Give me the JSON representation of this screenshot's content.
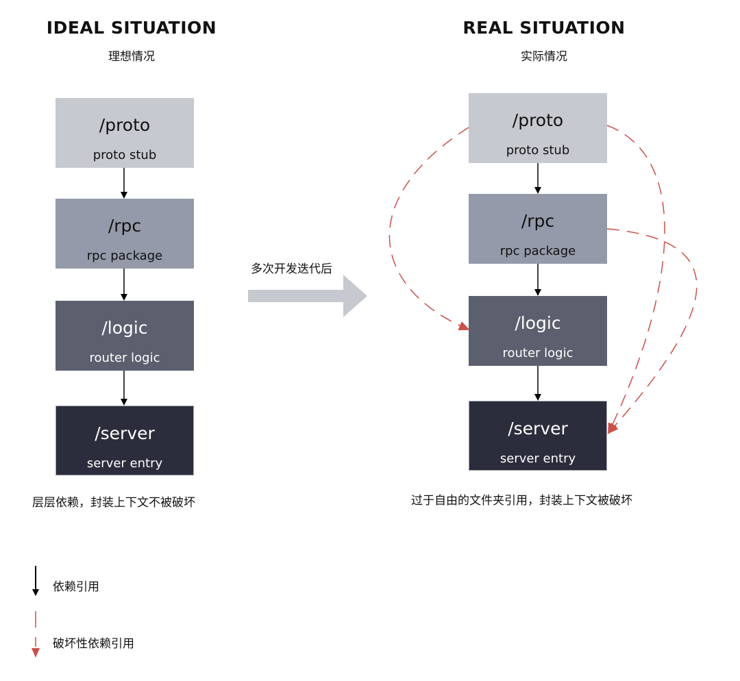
{
  "ideal": {
    "title": "IDEAL SITUATION",
    "subtitle": "理想情况",
    "boxes": [
      {
        "path": "/proto",
        "desc": "proto stub"
      },
      {
        "path": "/rpc",
        "desc": "rpc package"
      },
      {
        "path": "/logic",
        "desc": "router logic"
      },
      {
        "path": "/server",
        "desc": "server entry"
      }
    ],
    "caption": "层层依赖，封装上下文不被破坏"
  },
  "real": {
    "title": "REAL SITUATION",
    "subtitle": "实际情况",
    "boxes": [
      {
        "path": "/proto",
        "desc": "proto stub"
      },
      {
        "path": "/rpc",
        "desc": "rpc package"
      },
      {
        "path": "/logic",
        "desc": "router logic"
      },
      {
        "path": "/server",
        "desc": "server entry"
      }
    ],
    "caption": "过于自由的文件夹引用，封装上下文被破坏"
  },
  "transition": {
    "label": "多次开发迭代后"
  },
  "legend": {
    "dependency": "依赖引用",
    "breaking_dependency": "破坏性依赖引用"
  },
  "colors": {
    "proto": "#c6c9cf",
    "rpc": "#949aa9",
    "logic": "#5c5f6e",
    "server": "#2c2d3c",
    "breaking_arrow": "#c9504a",
    "transition_arrow": "#c6c9cf"
  }
}
